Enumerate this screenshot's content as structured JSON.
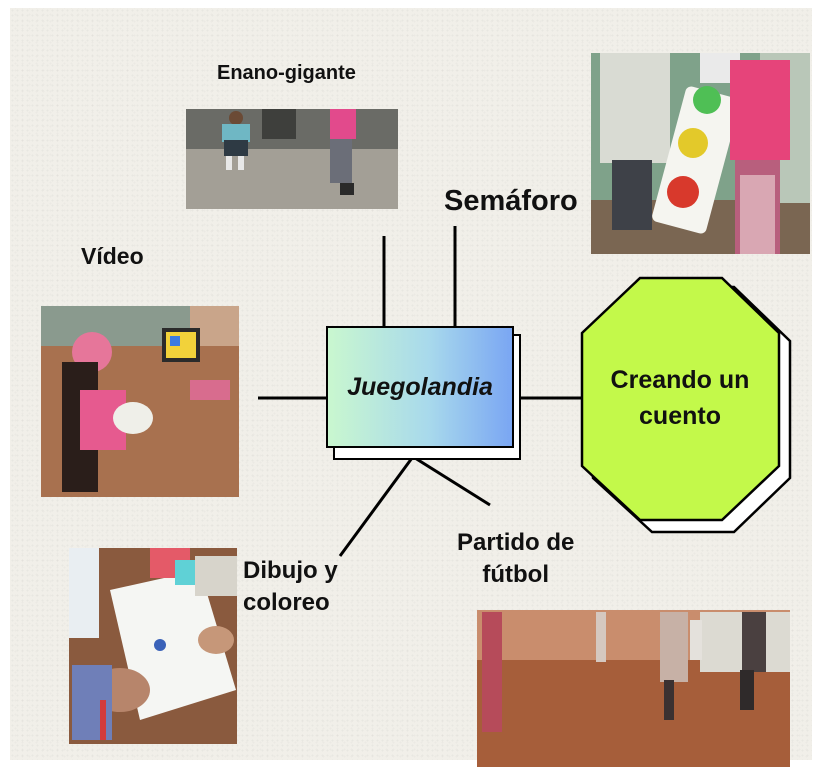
{
  "center": {
    "label": "Juegolandia"
  },
  "nodes": {
    "enano": "Enano-gigante",
    "semaforo": "Semáforo",
    "video": "Vídeo",
    "dibujo_line1": "Dibujo y",
    "dibujo_line2": "coloreo",
    "partido_line1": "Partido de",
    "partido_line2": "fútbol",
    "creando_line1": "Creando un",
    "creando_line2": "cuento"
  },
  "colors": {
    "octagon": "#c3f94a",
    "center_gradient_start": "#c9f7cf",
    "center_gradient_end": "#7aa6f3"
  }
}
